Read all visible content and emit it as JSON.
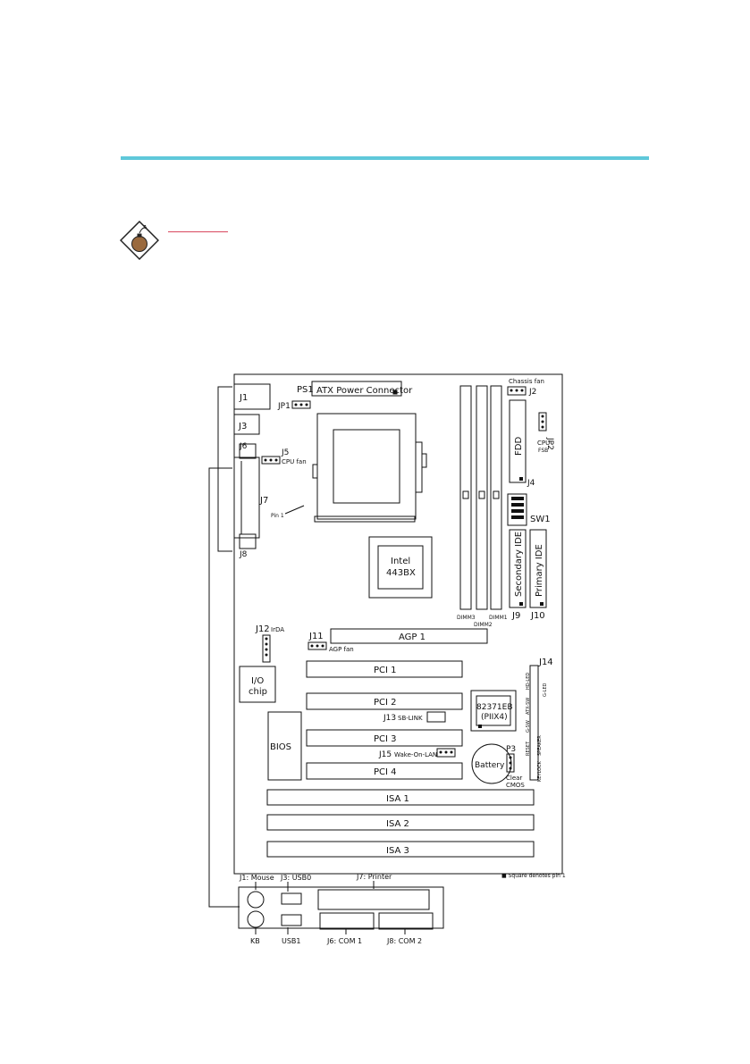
{
  "labels": {
    "ps1": "PS1",
    "atx": "ATX Power Connector",
    "j1": "J1",
    "jp1": "JP1",
    "j3": "J3",
    "j6": "J6",
    "j5": "J5",
    "cpu_fan": "CPU fan",
    "j7": "J7",
    "pin1": "Pin 1",
    "j8": "J8",
    "chassis_fan": "Chassis fan",
    "j2": "J2",
    "fdd": "FDD",
    "jp2": "JP2",
    "cpu": "CPU",
    "fsb": "FSB",
    "j4": "J4",
    "sw1": "SW1",
    "intel1": "Intel",
    "intel2": "443BX",
    "secondary_ide": "Secondary IDE",
    "primary_ide": "Primary IDE",
    "dimm3": "DIMM3",
    "dimm2": "DIMM2",
    "dimm1": "DIMM1",
    "j9": "J9",
    "j10": "J10",
    "j12": "J12",
    "irda": "IrDA",
    "j11": "J11",
    "agp_fan": "AGP fan",
    "agp1": "AGP 1",
    "io1": "I/O",
    "io2": "chip",
    "pci1": "PCI 1",
    "pci2": "PCI 2",
    "pci3": "PCI 3",
    "pci4": "PCI 4",
    "chip1": "82371EB",
    "chip2": "(PIIX4)",
    "j13": "J13",
    "sblink": "SB-LINK",
    "bios": "BIOS",
    "j15": "J15",
    "wol": "Wake-On-LAN",
    "battery": "Battery",
    "p3": "P3",
    "clear": "Clear",
    "cmos": "CMOS",
    "j14": "J14",
    "hd_led": "HD-LED",
    "g_led": "G-LED",
    "atx_sw": "ATX-SW",
    "g_sw": "G-SW",
    "reset": "RESET",
    "speaker": "SPEAKER",
    "keylock": "KEYLOCK",
    "isa1": "ISA 1",
    "isa2": "ISA 2",
    "isa3": "ISA 3",
    "square_pin1": "■ Square denotes pin 1",
    "mouse": "J1: Mouse",
    "usb0": "J3: USB0",
    "printer": "J7: Printer",
    "kb": "KB",
    "usb1": "USB1",
    "com1": "J6: COM 1",
    "com2": "J8: COM 2"
  }
}
